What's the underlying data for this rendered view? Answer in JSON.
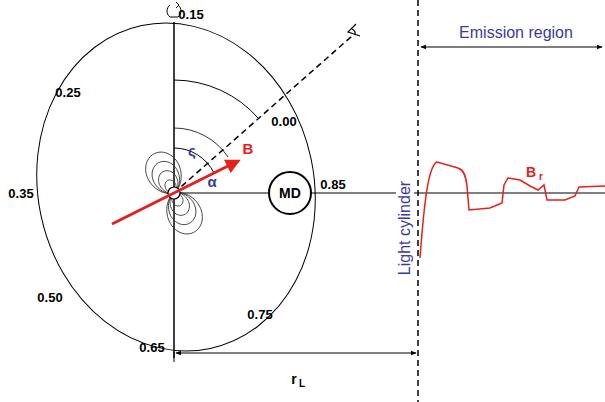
{
  "diagram": {
    "nodes": [
      {
        "text": [
          "MD"
        ]
      }
    ],
    "labels": [
      "0.15",
      "0.25",
      "0.00",
      "0.35",
      "0.85",
      "0.50",
      "0.75",
      "0.65",
      "ς",
      "α",
      "B",
      "Light cylinder",
      "Emission region",
      "B",
      "r",
      "r",
      "L"
    ]
  }
}
